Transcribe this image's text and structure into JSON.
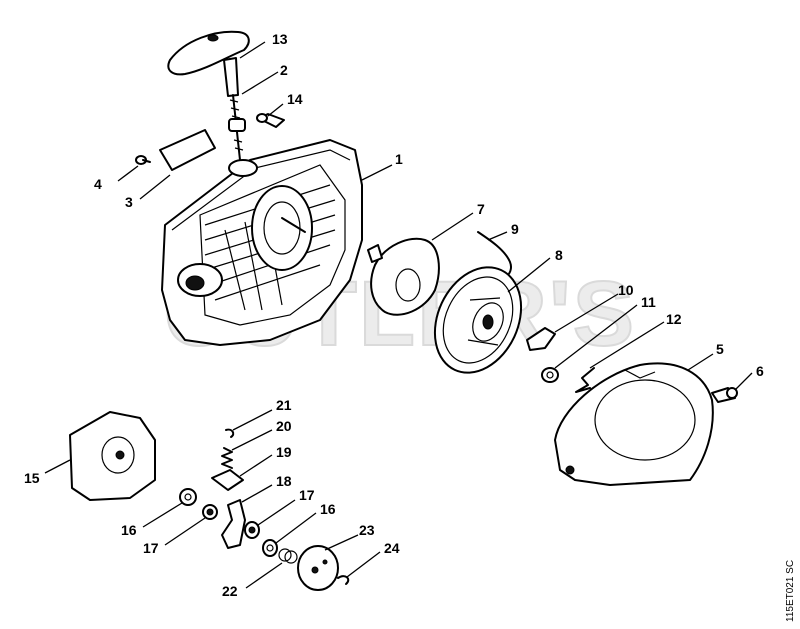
{
  "watermark": "CUTLER'S",
  "reference_code": "115ET021 SC",
  "callouts": {
    "c1": "1",
    "c2": "2",
    "c3": "3",
    "c4": "4",
    "c5": "5",
    "c6": "6",
    "c7": "7",
    "c8": "8",
    "c9": "9",
    "c10": "10",
    "c11": "11",
    "c12": "12",
    "c13": "13",
    "c14": "14",
    "c15": "15",
    "c16a": "16",
    "c16b": "16",
    "c17a": "17",
    "c17b": "17",
    "c18": "18",
    "c19": "19",
    "c20": "20",
    "c21": "21",
    "c22": "22",
    "c23": "23",
    "c24": "24"
  }
}
